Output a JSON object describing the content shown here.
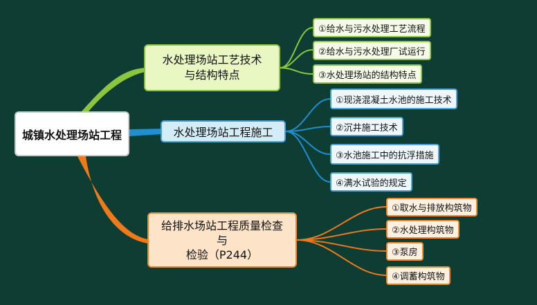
{
  "root": {
    "label": "城镇水处理场站工程"
  },
  "branches": [
    {
      "label_lines": [
        "水处理场站工艺技术",
        "与结构特点"
      ],
      "color": "#8cc63e",
      "children": [
        "①给水与污水处理工艺流程",
        "②给水与污水处理厂试运行",
        "③水处理场站的结构特点"
      ]
    },
    {
      "label_lines": [
        "水处理场站工程施工"
      ],
      "color": "#1f8fd1",
      "children": [
        "①现浇混凝土水池的施工技术",
        "②沉井施工技术",
        "③水池施工中的抗浮措施",
        "④满水试验的规定"
      ]
    },
    {
      "label_lines": [
        "给排水场站工程质量检查",
        "与",
        "检验（P244）"
      ],
      "color": "#ef7a1a",
      "children": [
        "①取水与排放构筑物",
        "②水处理构筑物",
        "③泵房",
        "④调蓄构筑物"
      ]
    }
  ]
}
